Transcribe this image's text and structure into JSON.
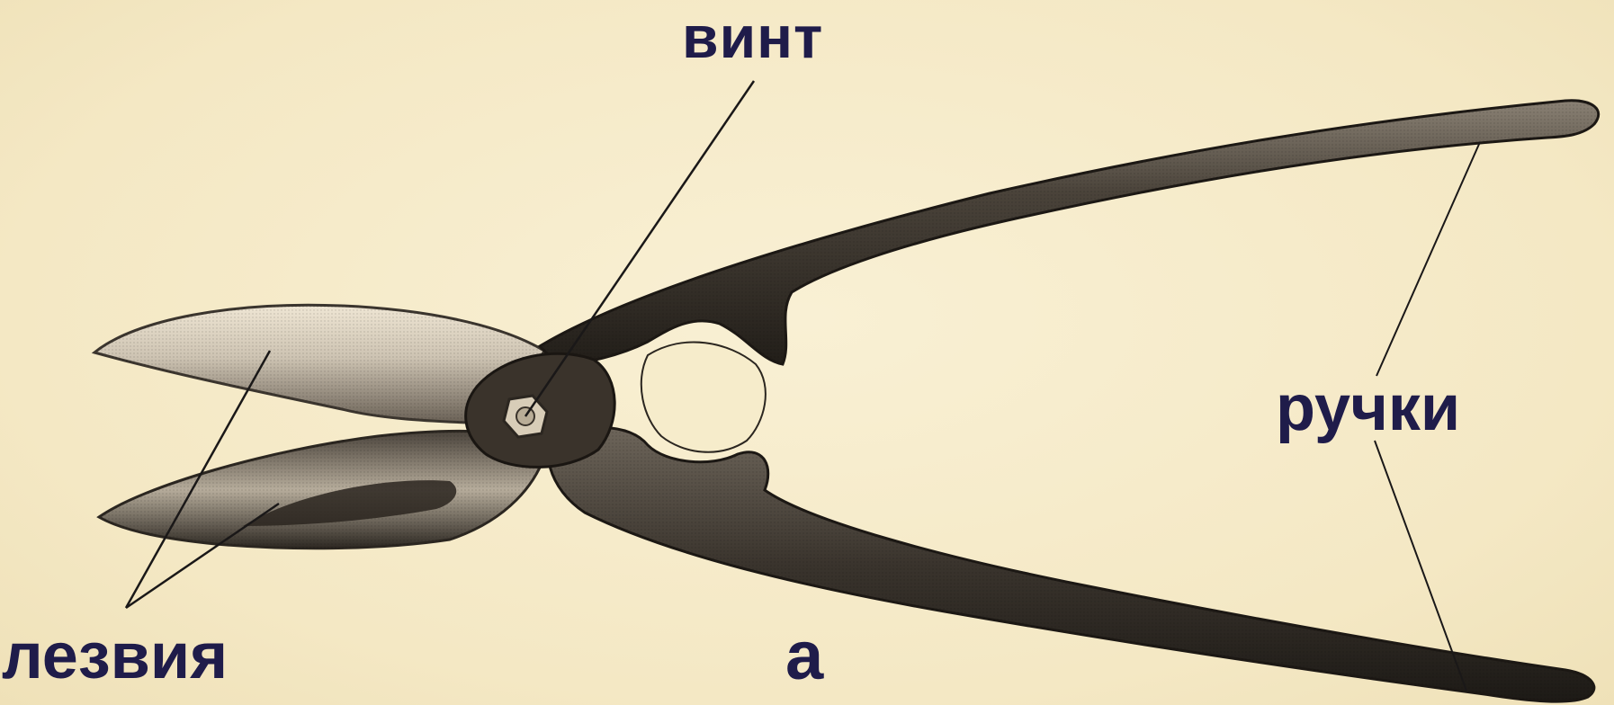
{
  "labels": {
    "screw": "винт",
    "handles": "ручки",
    "blades": "лезвия",
    "figure_letter": "а"
  },
  "colors": {
    "background": "#f6eccb",
    "metal_dark": "#2b2620",
    "metal_mid": "#5a5248",
    "blade_light": "#c9bfae",
    "label_text": "#1f1c4a"
  }
}
